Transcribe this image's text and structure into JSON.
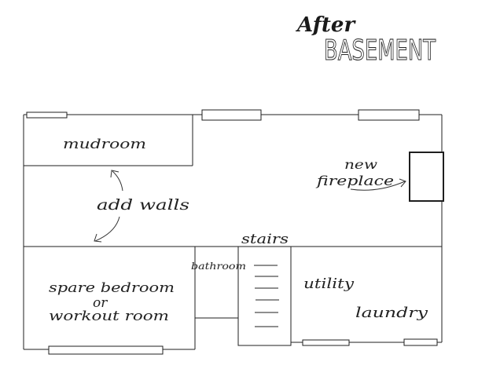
{
  "title": {
    "line1": "After",
    "line2": "BASEMENT"
  },
  "rooms": {
    "mudroom": "mudroom",
    "bathroom": "bathroom",
    "stairs": "stairs",
    "spare_bedroom_line1": "spare bedroom",
    "spare_bedroom_line2": "or",
    "spare_bedroom_line3": "workout room",
    "utility": "utility",
    "laundry": "laundry"
  },
  "annotations": {
    "add_walls": "add walls",
    "new_fireplace_line1": "new",
    "new_fireplace_line2": "fireplace"
  },
  "colors": {
    "line": "#1f1f1f",
    "background": "#ffffff"
  }
}
